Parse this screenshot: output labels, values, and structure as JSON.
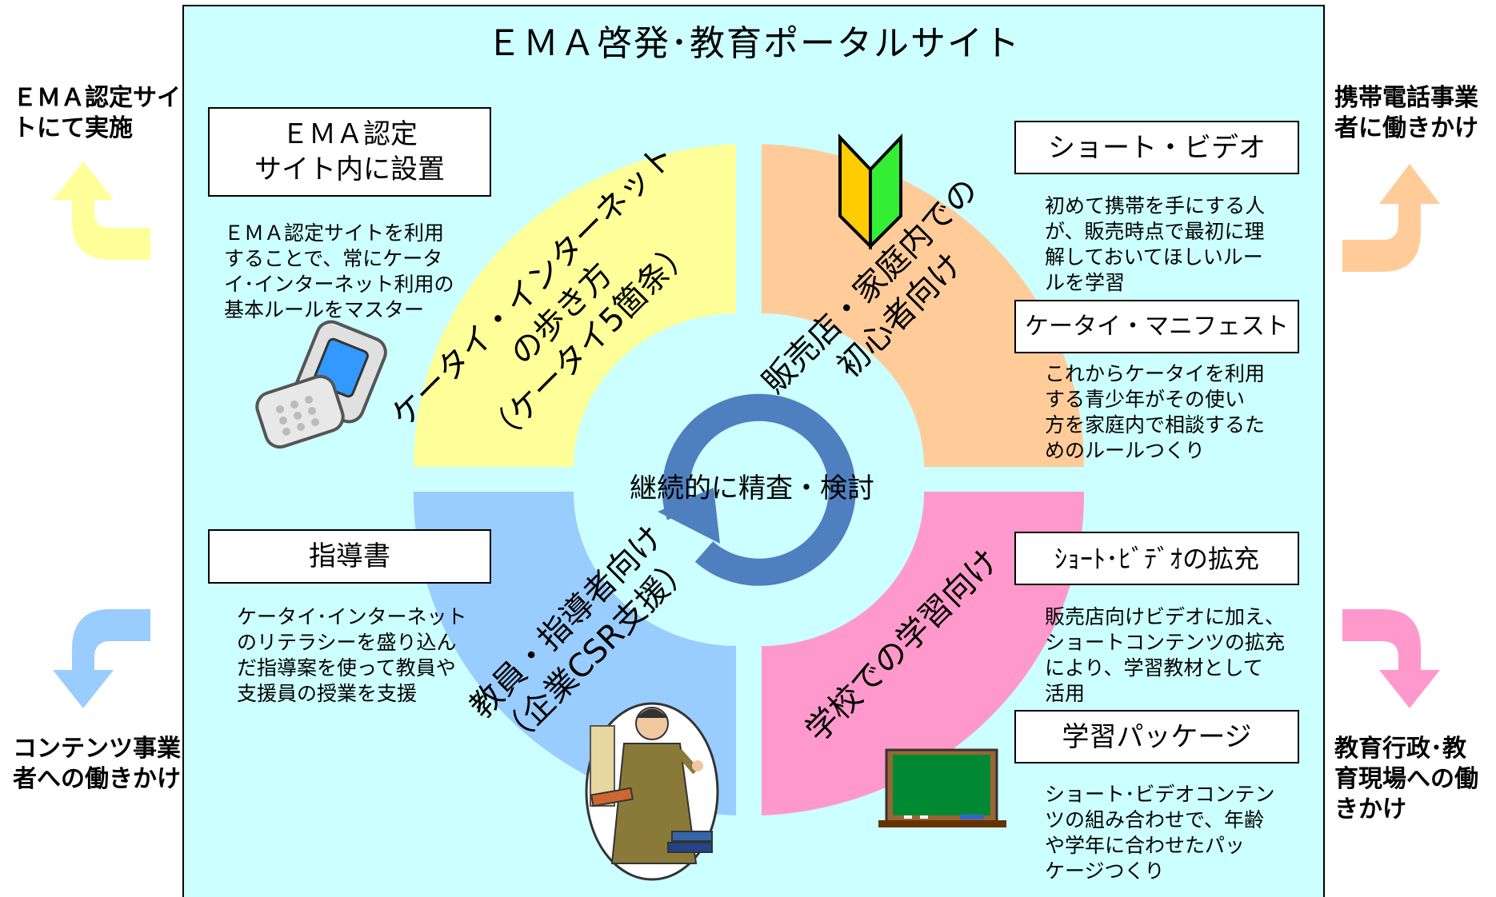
{
  "title": "ＥＭＡ啓発･教育ポータルサイト",
  "center_label": "継続的に精査・検討",
  "colors": {
    "panel": "#ccffff",
    "yellow": "#ffff99",
    "orange": "#ffcc99",
    "blue": "#99ccff",
    "pink": "#ff99cc",
    "cycle": "#4f7fbf"
  },
  "quadrants": {
    "top_left": "ケータイ・インターネット\nの歩き方\n（ケータイ5箇条）",
    "top_right": "販売店・家庭内での\n初心者向け",
    "bottom_left": "教員・指導者向け\n（企業CSR支援）",
    "bottom_right": "学校での学習向け"
  },
  "side_labels": {
    "top_left": "ＥＭＡ認定サイ\nトにて実施",
    "top_right": "携帯電話事業\n者に働きかけ",
    "bottom_left": "コンテンツ事業\n者への働きかけ",
    "bottom_right": "教育行政･教\n育現場への働\nきかけ"
  },
  "boxes": {
    "ema_site": "ＥＭＡ認定\nサイト内に設置",
    "guidebook": "指導書",
    "short_video": "ショート・ビデオ",
    "ketai_manifest": "ケータイ・マニフェスト",
    "short_video_expand": "ｼｮｰﾄ･ﾋﾞﾃﾞｵの拡充",
    "learning_package": "学習パッケージ"
  },
  "descriptions": {
    "ema_site": "ＥＭＡ認定サイトを利用\nすることで、常にケータ\nイ･インターネット利用の\n基本ルールをマスター",
    "guidebook": "ケータイ･インターネット\nのリテラシーを盛り込ん\nだ指導案を使って教員や\n支援員の授業を支援",
    "short_video": "初めて携帯を手にする人\nが、販売時点で最初に理\n解しておいてほしいルー\nルを学習",
    "ketai_manifest": "これからケータイを利用\nする青少年がその使い\n方を家庭内で相談するた\nめのルールつくり",
    "short_video_expand": "販売店向けビデオに加え、\nショートコンテンツの拡充\nにより、学習教材として\n活用",
    "learning_package": "ショート･ビデオコンテン\nツの組み合わせで、年齢\nや学年に合わせたパッ\nケージつくり"
  },
  "icons": [
    "mobile-phone-icon",
    "beginner-mark-icon",
    "teacher-icon",
    "chalkboard-icon"
  ]
}
